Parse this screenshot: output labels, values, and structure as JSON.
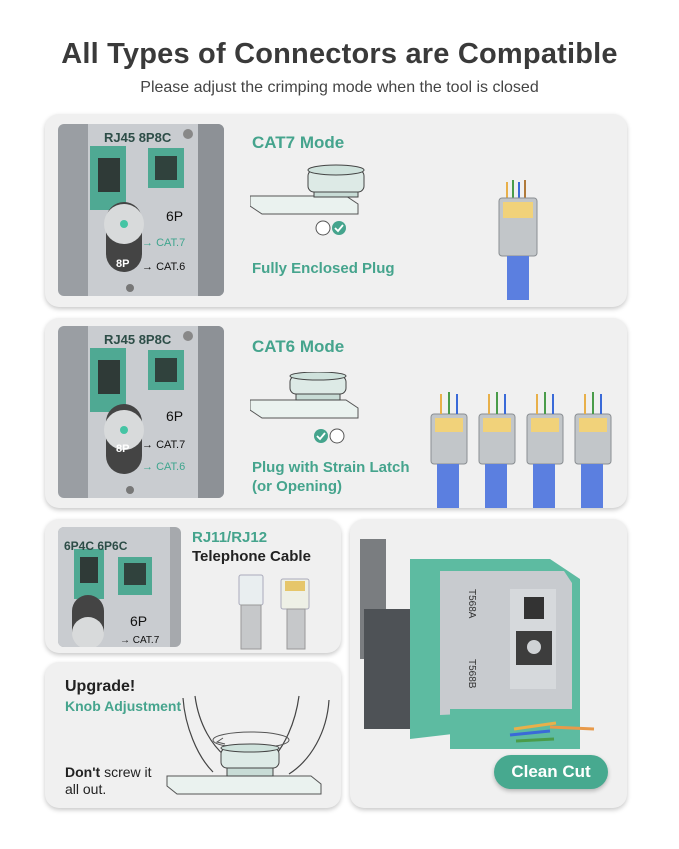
{
  "header": {
    "title": "All Types of Connectors are Compatible",
    "subtitle": "Please adjust the crimping mode when the tool is closed"
  },
  "cat7": {
    "mode": "CAT7 Mode",
    "caption": "Fully Enclosed Plug",
    "photo_labels": {
      "top": "RJ45 8P8C",
      "six_p": "6P",
      "eight_p": "8P",
      "cat7": "CAT.7",
      "cat6": "CAT.6"
    }
  },
  "cat6": {
    "mode": "CAT6 Mode",
    "caption_line1": "Plug with Strain Latch",
    "caption_line2": "(or Opening)",
    "photo_labels": {
      "top": "RJ45 8P8C",
      "six_p": "6P",
      "eight_p": "8P",
      "cat7": "CAT.7",
      "cat6": "CAT.6"
    }
  },
  "rj11": {
    "title": "RJ11/RJ12",
    "subtitle": "Telephone Cable",
    "photo_labels": {
      "top": "6P4C 6P6C",
      "six_p": "6P",
      "cat7": "CAT.7"
    }
  },
  "upgrade": {
    "title": "Upgrade!",
    "subtitle": "Knob Adjustment",
    "warning_bold": "Don't",
    "warning_rest1": " screw it",
    "warning_rest2": "all out."
  },
  "tool": {
    "label_a": "T568A",
    "label_b": "T568B",
    "button": "Clean Cut"
  },
  "colors": {
    "accent": "#45a48d",
    "card_bg": "#f0f0f0"
  }
}
